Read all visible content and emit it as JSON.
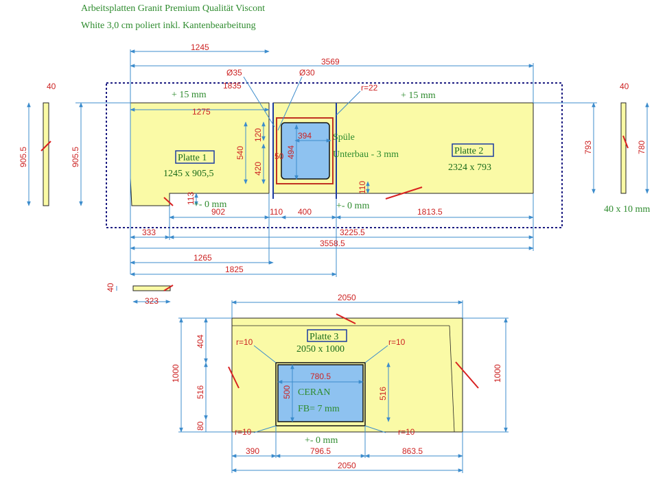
{
  "header": {
    "line1": "Arbeitsplatten Granit Premium Qualität Viscont",
    "line2": "White 3,0 cm poliert inkl. Kantenbearbeitung"
  },
  "colors": {
    "slab_fill": "#fafaa6",
    "dim_line": "#3c8ccc",
    "dim_text": "#cc2222",
    "label_text": "#2e8b2e",
    "sink_fill": "#8ec2f0",
    "plate_frame": "#1a3aa0",
    "outline_dashed": "#1a1a80"
  },
  "top": {
    "dim_1245": "1245",
    "dim_3569": "3569",
    "dia35": "Ø35",
    "dia30": "Ø30",
    "dim_1835": "1835",
    "r22": "r=22",
    "plus15_left": "+ 15 mm",
    "plus15_right": "+ 15 mm",
    "dim_1275": "1275",
    "left_depth_905_5": "905.5",
    "left_depth_905_5_b": "905.5",
    "right_depth_793": "793",
    "right_depth_780": "780",
    "edge_40_left": "40",
    "edge_40_right": "40",
    "strip_label": "40 x 10 mm",
    "v120": "120",
    "v540": "540",
    "v420": "420",
    "v50": "50",
    "v494": "494",
    "h394": "394",
    "sink_label": "Spüle",
    "sink_sub": "Unterbau - 3 mm",
    "plate1": "Platte 1",
    "plate1_size": "1245 x 905,5",
    "plate2": "Platte 2",
    "plate2_size": "2324 x 793",
    "v113": "113",
    "v110": "110",
    "pm0_left": "+- 0 mm",
    "pm0_right": "+- 0 mm",
    "h902": "902",
    "h110": "110",
    "h400": "400",
    "h1813_5": "1813.5",
    "h333": "333",
    "h3225_5": "3225.5",
    "h3558_5": "3558.5",
    "h1265": "1265",
    "h1825": "1825",
    "piece_40": "40",
    "piece_323": "323"
  },
  "bottom": {
    "w2050_top": "2050",
    "plate3": "Platte 3",
    "plate3_size": "2050 x 1000",
    "r10_tl": "r=10",
    "r10_tr": "r=10",
    "r10_bl": "r=10",
    "r10_br": "r=10",
    "v404": "404",
    "v516_left": "516",
    "v80": "80",
    "v1000_left": "1000",
    "v1000_right": "1000",
    "h780_5": "780.5",
    "v500": "500",
    "v516_right": "516",
    "ceran": "CERAN",
    "fb": "FB= 7 mm",
    "pm0": "+- 0 mm",
    "h390": "390",
    "h796_5": "796.5",
    "h863_5": "863.5",
    "w2050_bottom": "2050"
  }
}
